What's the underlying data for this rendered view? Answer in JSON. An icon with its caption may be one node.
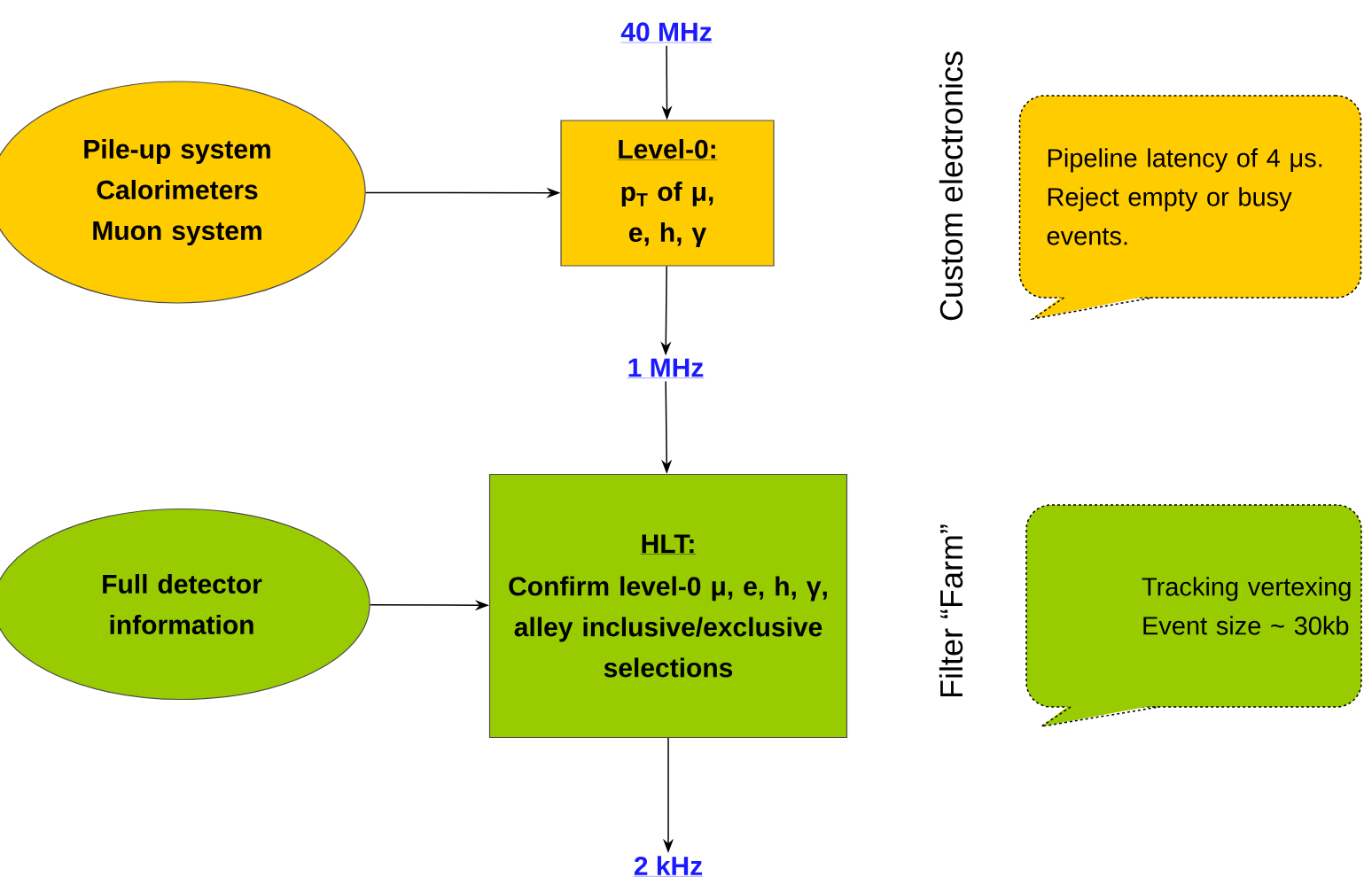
{
  "diagram": {
    "nodes": [
      {
        "text": [
          "40 MHz"
        ]
      },
      {
        "text": [
          "Level-0:",
          "p$_{T}$ of μ, e, h, γ"
        ]
      },
      {
        "text": [
          "Pile-up system Calorimeters Muon system"
        ]
      },
      {
        "text": [
          "1 MHz"
        ]
      },
      {
        "text": [
          "HLT:",
          "Confirm level-0 μ, e, h, γ, alley inclusive/exclusive selections"
        ]
      },
      {
        "text": [
          "Full detector information"
        ]
      },
      {
        "text": [
          "2 kHz"
        ]
      },
      {
        "text": [
          "Pipeline latency of 4 μs. Reject empty  or busy events."
        ]
      },
      {
        "text": [
          "Tracking vertexing Event size ~ 30kb"
        ]
      }
    ],
    "edges": [
      {
        "from": 0,
        "to": 1,
        "arrow": "to"
      },
      {
        "from": 2,
        "to": 1,
        "arrow": "to"
      },
      {
        "from": 1,
        "to": 3,
        "arrow": "to"
      },
      {
        "from": 3,
        "to": 4,
        "arrow": "to"
      },
      {
        "from": 5,
        "to": 4,
        "arrow": "to"
      },
      {
        "from": 4,
        "to": 6,
        "arrow": "to"
      }
    ],
    "labels": [
      "Custom electronics",
      "Filter “Farm”"
    ]
  }
}
